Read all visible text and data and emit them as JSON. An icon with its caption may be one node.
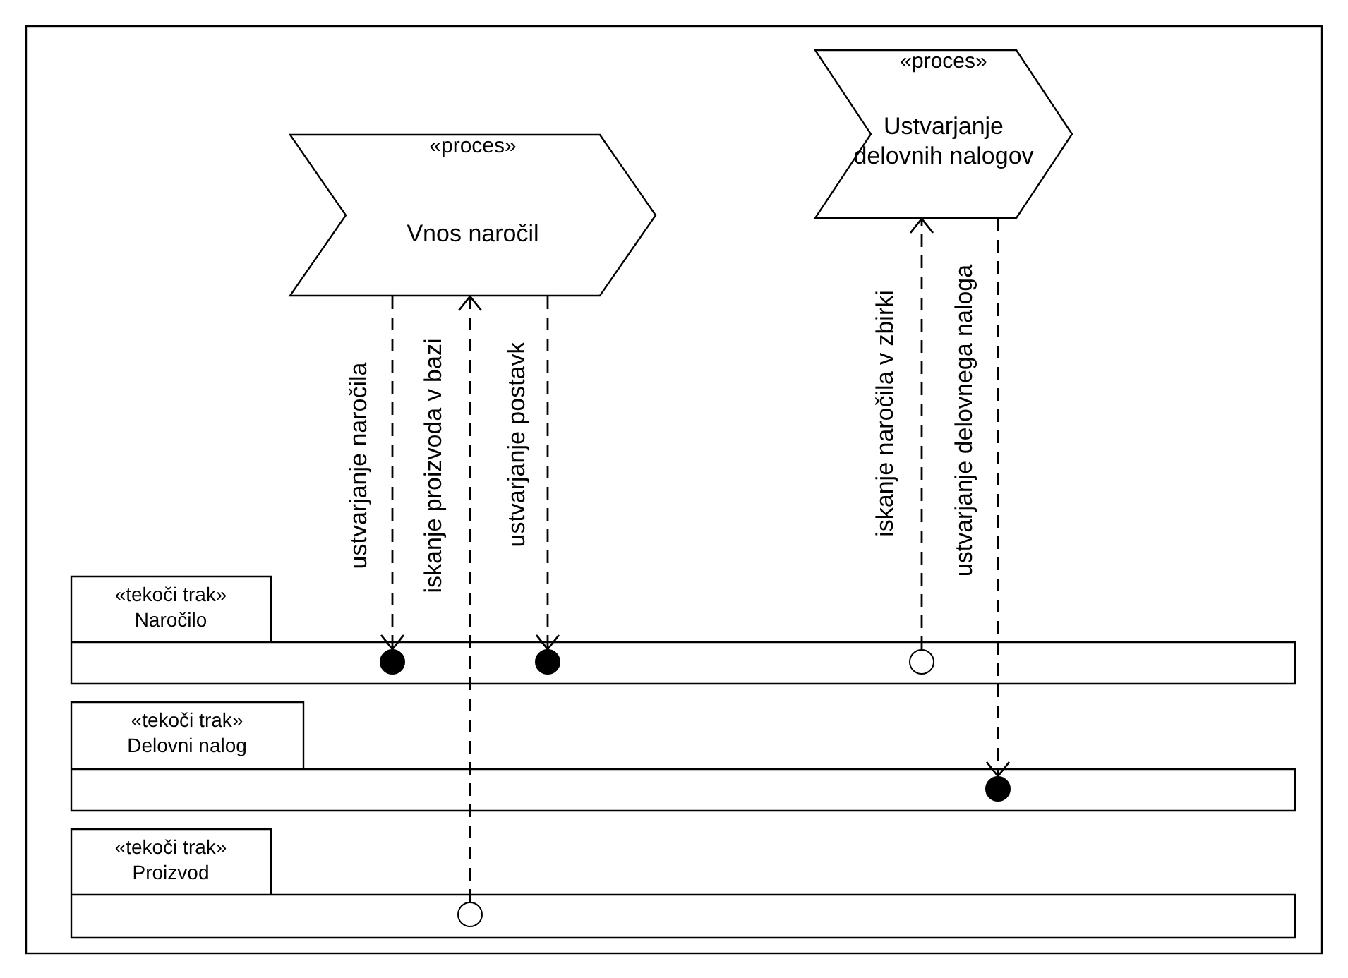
{
  "diagram": {
    "nodes": [
      {
        "text": [
          "«proces»",
          "Vnos naročil"
        ]
      },
      {
        "text": [
          "«proces»",
          "Ustvarjanje delovnih nalogov"
        ]
      },
      {
        "text": [
          "«tekoči trak»",
          "Naročilo"
        ]
      },
      {
        "text": [],
        "shape": "circle",
        "in": 2
      },
      {
        "text": [],
        "shape": "circle",
        "in": 2
      },
      {
        "text": [],
        "shape": "circle",
        "in": 2
      },
      {
        "text": [
          "«tekoči trak»",
          "Delovni nalog"
        ]
      },
      {
        "text": [],
        "shape": "circle",
        "in": 6
      },
      {
        "text": [
          "«tekoči trak»",
          "Proizvod"
        ]
      },
      {
        "text": [],
        "shape": "circle",
        "in": 8
      }
    ],
    "edges": [
      {
        "from": 0,
        "to": 3,
        "arrow": "to",
        "label": "ustvarjanje naročila",
        "style": "dashed"
      },
      {
        "from": 9,
        "to": 0,
        "arrow": "to",
        "label": "iskanje proizvoda v bazi",
        "style": "dashed"
      },
      {
        "from": 0,
        "to": 4,
        "arrow": "to",
        "label": "ustvarjanje postavk",
        "style": "dashed"
      },
      {
        "from": 5,
        "to": 1,
        "arrow": "to",
        "label": "iskanje naročila v zbirki",
        "style": "dashed"
      },
      {
        "from": 1,
        "to": 7,
        "arrow": "to",
        "label": "ustvarjanje delovnega naloga",
        "style": "dashed"
      }
    ]
  }
}
